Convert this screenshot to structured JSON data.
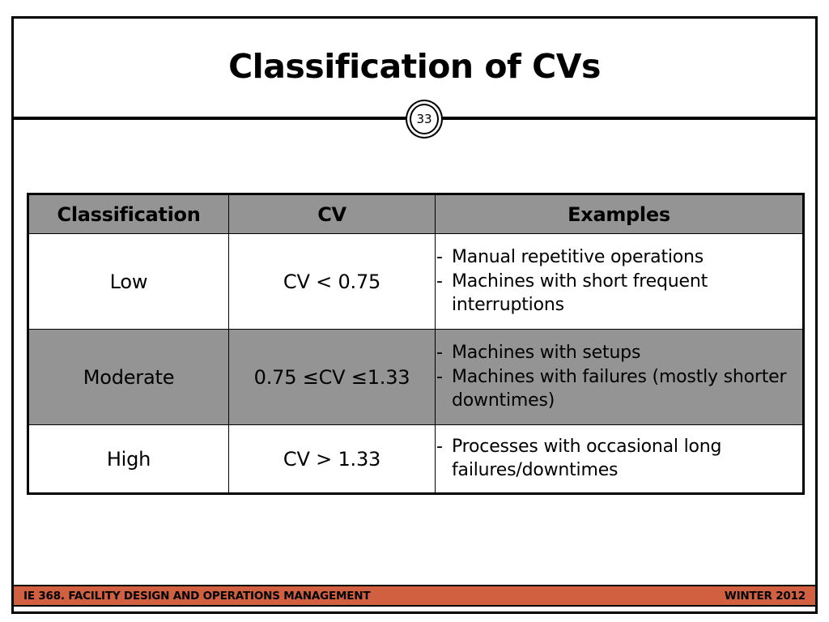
{
  "slide": {
    "title": "Classification of CVs",
    "page_number": "33",
    "colors": {
      "header_fill": "#949494",
      "row_alt_fill": "#949494",
      "footer_bar": "#d0603f",
      "border": "#000000",
      "text": "#000000"
    }
  },
  "table": {
    "headers": [
      "Classification",
      "CV",
      "Examples"
    ],
    "rows": [
      {
        "classification": "Low",
        "cv": "CV < 0.75",
        "examples": [
          "Manual repetitive operations",
          "Machines with short frequent interruptions"
        ],
        "shaded": false
      },
      {
        "classification": "Moderate",
        "cv": "0.75 ≤CV ≤1.33",
        "examples": [
          "Machines with setups",
          "Machines with failures (mostly shorter downtimes)"
        ],
        "shaded": true
      },
      {
        "classification": "High",
        "cv": "CV > 1.33",
        "examples": [
          "Processes with occasional long failures/downtimes"
        ],
        "shaded": false
      }
    ],
    "bullet_marker": "-"
  },
  "footer": {
    "course": "IE 368. FACILITY DESIGN AND OPERATIONS MANAGEMENT",
    "term": "WINTER 2012"
  }
}
